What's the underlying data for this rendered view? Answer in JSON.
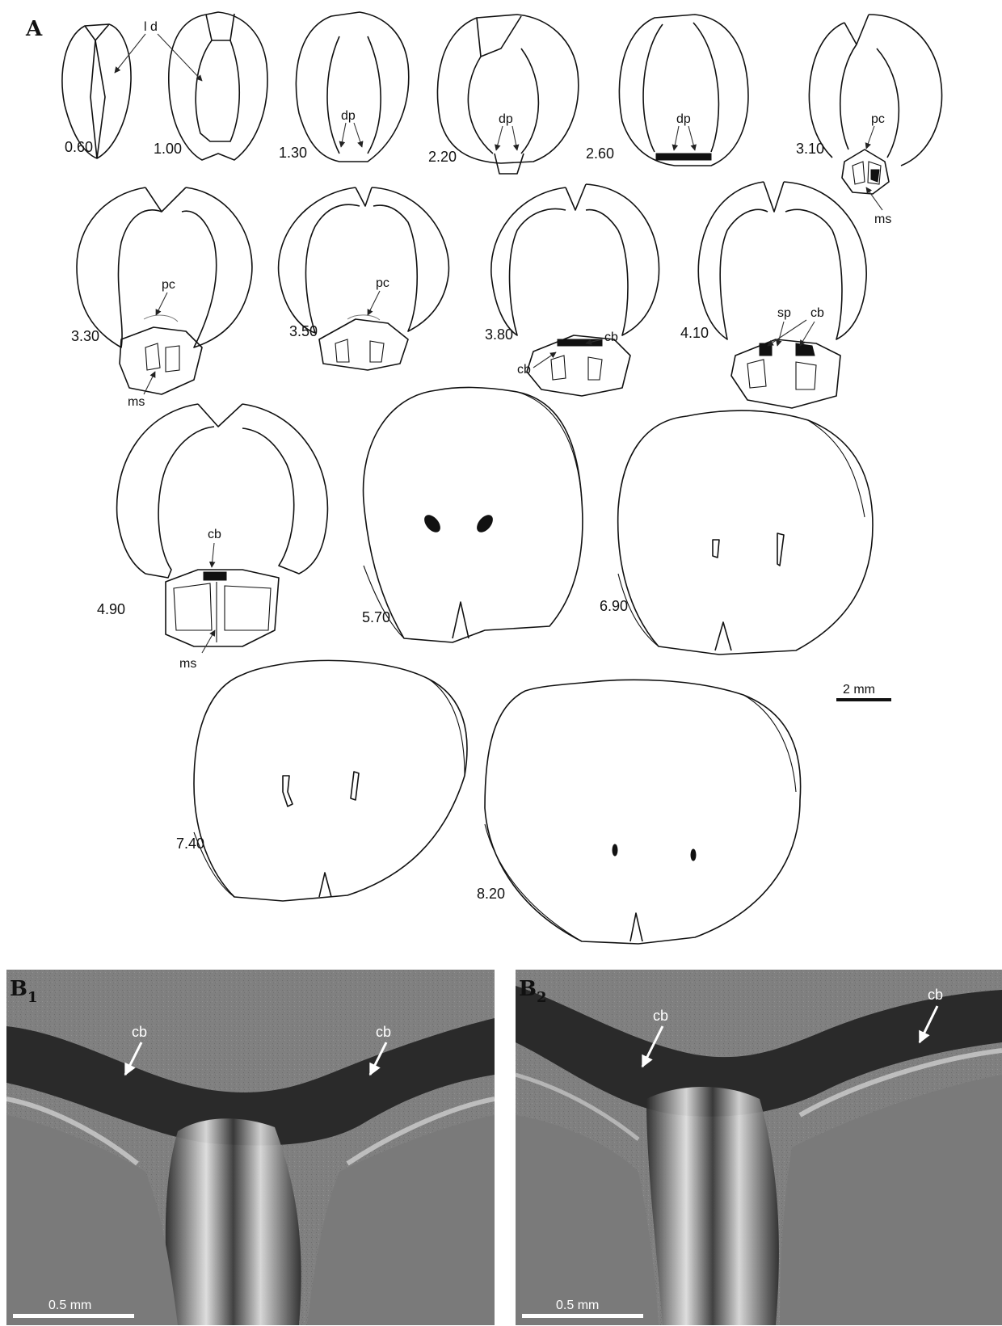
{
  "panel_a": {
    "letter": "A",
    "sections": [
      {
        "label": "0.60"
      },
      {
        "label": "1.00"
      },
      {
        "label": "1.30"
      },
      {
        "label": "2.20"
      },
      {
        "label": "2.60"
      },
      {
        "label": "3.10"
      },
      {
        "label": "3.30"
      },
      {
        "label": "3.50"
      },
      {
        "label": "3.80"
      },
      {
        "label": "4.10"
      },
      {
        "label": "4.90"
      },
      {
        "label": "5.70"
      },
      {
        "label": "6.90"
      },
      {
        "label": "7.40"
      },
      {
        "label": "8.20"
      }
    ],
    "annotations": {
      "ld": "l d",
      "dp": "dp",
      "pc": "pc",
      "ms": "ms",
      "cb": "cb",
      "sp": "sp"
    },
    "scale_bar": "2 mm"
  },
  "panel_b1": {
    "letter": "B",
    "subscript": "1",
    "label_cb": "cb",
    "scale_bar": "0.5 mm"
  },
  "panel_b2": {
    "letter": "B",
    "subscript": "2",
    "label_cb": "cb",
    "scale_bar": "0.5 mm"
  }
}
